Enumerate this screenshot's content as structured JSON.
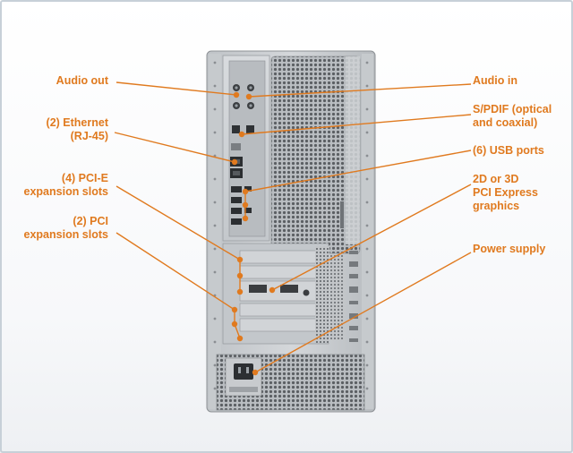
{
  "figure": {
    "title": "Computer rear panel ports and slots",
    "accent_color": "#e07a1f",
    "chassis_color": "#c9cdd1"
  },
  "labels": {
    "audio_out": "Audio out",
    "ethernet_line1": "(2) Ethernet",
    "ethernet_line2": "(RJ-45)",
    "pcie_line1": "(4) PCI-E",
    "pcie_line2": "expansion slots",
    "pci_line1": "(2) PCI",
    "pci_line2": "expansion slots",
    "audio_in": "Audio in",
    "spdif_line1": "S/PDIF  (optical",
    "spdif_line2": "and coaxial)",
    "usb": "(6) USB ports",
    "graphics_line1": "2D or 3D",
    "graphics_line2": "PCI Express",
    "graphics_line3": "graphics",
    "power": "Power supply"
  }
}
